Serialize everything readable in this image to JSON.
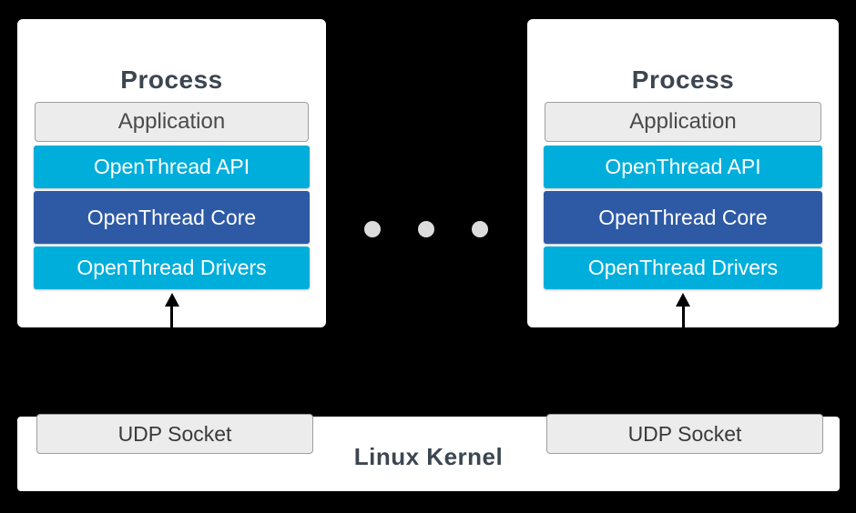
{
  "colors": {
    "background": "#000000",
    "panel": "#FFFFFF",
    "layer_cyan": "#00AEDB",
    "layer_blue": "#2E5AA5",
    "gray_box_fill": "#ECECEC",
    "gray_box_border": "#9E9E9E",
    "heading_text": "#3C4650",
    "ellipsis_dot": "#DCDCDC"
  },
  "processes": [
    {
      "title": "Process",
      "application": "Application",
      "layers": [
        {
          "label": "OpenThread API",
          "color": "#00AEDB"
        },
        {
          "label": "OpenThread Core",
          "color": "#2E5AA5"
        },
        {
          "label": "OpenThread Drivers",
          "color": "#00AEDB"
        }
      ]
    },
    {
      "title": "Process",
      "application": "Application",
      "layers": [
        {
          "label": "OpenThread API",
          "color": "#00AEDB"
        },
        {
          "label": "OpenThread Core",
          "color": "#2E5AA5"
        },
        {
          "label": "OpenThread Drivers",
          "color": "#00AEDB"
        }
      ]
    }
  ],
  "ellipsis": {
    "dot_count": 3
  },
  "kernel": {
    "label": "Linux Kernel",
    "sockets": [
      {
        "label": "UDP Socket"
      },
      {
        "label": "UDP Socket"
      }
    ]
  }
}
